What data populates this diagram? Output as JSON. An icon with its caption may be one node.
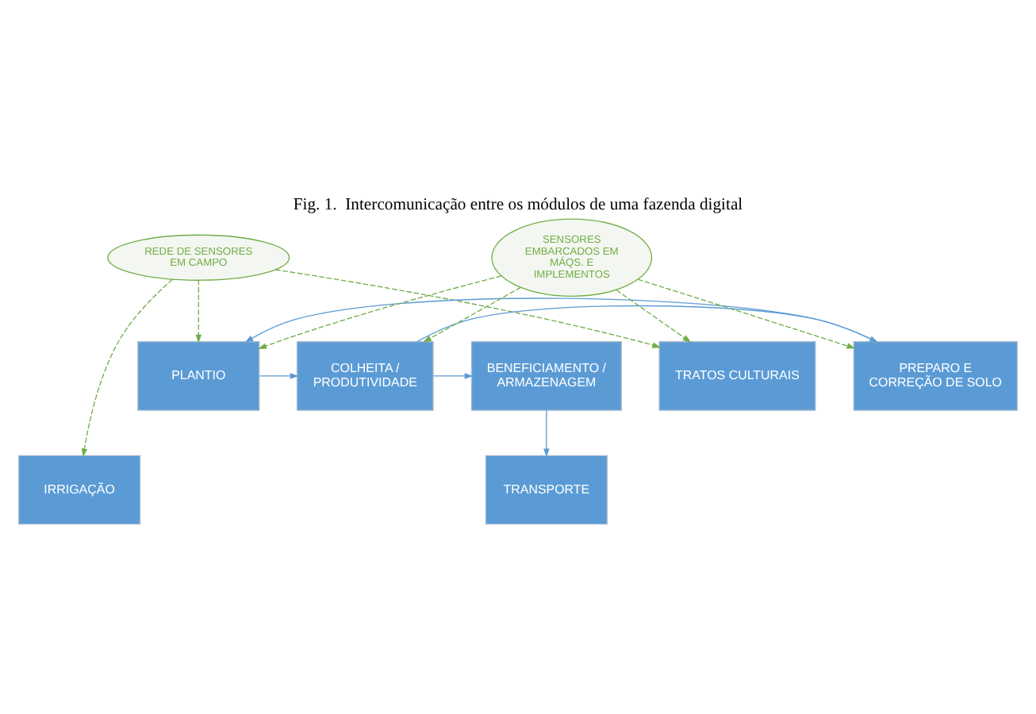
{
  "diagram": {
    "title": "Fig. 1.  Intercomunicação entre os módulos de uma fazenda digital",
    "nodes": [
      {
        "text": [
          "REDE DE SENSORES EM CAMPO"
        ]
      },
      {
        "text": [
          "IRRIGAÇÃO"
        ]
      },
      {
        "text": [
          "TRANSPORTE"
        ]
      },
      {
        "text": [
          "PREPARO E CORREÇÃO DE SOLO"
        ]
      },
      {
        "text": [
          "PLANTIO"
        ]
      },
      {
        "text": [
          "COLHEITA / PRODUTIVIDADE"
        ]
      },
      {
        "text": [
          "BENEFICIAMENTO / ARMAZENAGEM"
        ]
      },
      {
        "text": [
          "TRATOS CULTURAIS"
        ]
      },
      {
        "text": [
          "SENSORES EMBARCADOS EM MÁQS. E IMPLEMENTOS"
        ]
      }
    ],
    "edges": [
      {
        "from": 3,
        "to": 4,
        "arrow": "to",
        "color": "#5b9bd5"
      },
      {
        "from": 4,
        "to": 5,
        "arrow": "to",
        "color": "#5b9bd5"
      },
      {
        "from": 5,
        "to": 6,
        "arrow": "to",
        "color": "#5b9bd5"
      },
      {
        "from": 6,
        "to": 2,
        "arrow": "to",
        "color": "#5b9bd5"
      },
      {
        "from": 5,
        "to": 3,
        "arrow": "to",
        "color": "#5b9bd5"
      },
      {
        "from": 0,
        "to": 1,
        "arrow": "to",
        "style": "dashed",
        "color": "#70ad47"
      },
      {
        "from": 0,
        "to": 4,
        "arrow": "to",
        "style": "dashed",
        "color": "#70ad47"
      },
      {
        "from": 0,
        "to": 7,
        "arrow": "to",
        "style": "dashed",
        "color": "#70ad47"
      },
      {
        "from": 8,
        "to": 3,
        "arrow": "to",
        "style": "dashed",
        "color": "#70ad47"
      },
      {
        "from": 8,
        "to": 4,
        "arrow": "to",
        "style": "dashed",
        "color": "#70ad47"
      },
      {
        "from": 8,
        "to": 7,
        "arrow": "to",
        "style": "dashed",
        "color": "#70ad47"
      },
      {
        "from": 8,
        "to": 5,
        "arrow": "to",
        "style": "dashed",
        "color": "#70ad47"
      }
    ]
  }
}
